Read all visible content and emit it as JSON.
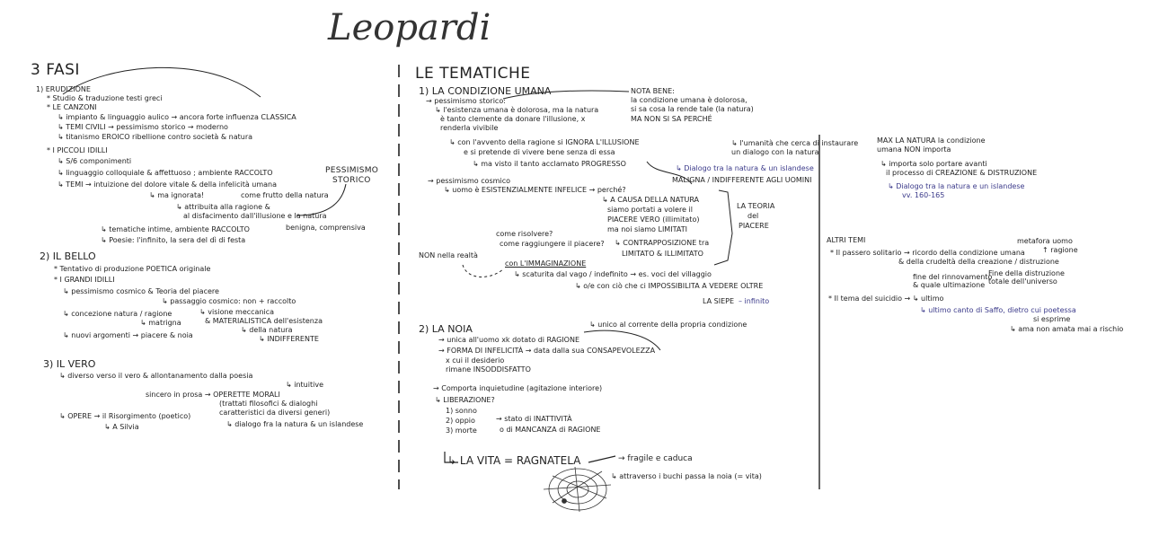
{
  "title": "Leopardi",
  "left": {
    "heading": "3 FASI",
    "erudizione": {
      "title": "1) ERUDIZIONE",
      "items": [
        "* Studio & traduzione testi greci",
        "* LE CANZONI",
        "↳ impianto & linguaggio aulico → ancora forte influenza CLASSICA",
        "↳ TEMI CIVILI → pessimismo storico → moderno",
        "↳ titanismo EROICO ribellione contro società & natura"
      ]
    },
    "idilli": {
      "items": [
        "* I PICCOLI IDILLI",
        "↳ S/6 componimenti",
        "↳ linguaggio colloquiale & affettuoso ; ambiente RACCOLTO",
        "↳ TEMI → intuizione del dolore vitale & della infelicità umana",
        "↳ ma ignorata!",
        "come frutto della natura",
        "↳ attribuita alla ragione &",
        "al disfacimento dall'illusione e la natura",
        "↳ tematiche intime, ambiente RACCOLTO",
        "↳ Poesie: l'infinito, la sera del dì di festa"
      ],
      "pessimismo": "PESSIMISMO",
      "storico": "STORICO",
      "benigna": "benigna, comprensiva"
    },
    "bello": {
      "title": "2) IL BELLO",
      "items": [
        "* Tentativo di produzione POETICA originale",
        "* I GRANDI IDILLI",
        "↳ pessimismo cosmico & Teoria del piacere",
        "↳ passaggio cosmico: non + raccolto",
        "↳ concezione natura / ragione",
        "↳ matrigna",
        "↳ visione meccanica",
        "& MATERIALISTICA dell'esistenza",
        "↳ della natura",
        "↳ INDIFFERENTE",
        "↳ nuovi argomenti → piacere & noia"
      ]
    },
    "vero": {
      "title": "3) IL VERO",
      "items": [
        "↳ diverso verso il vero & allontanamento dalla poesia",
        "↳ intuitive",
        "sincero in prosa → OPERETTE MORALI",
        "(trattati filosofici & dialoghi",
        "caratteristici da diversi generi)",
        "↳ OPERE → il Risorgimento (poetico)",
        "↳ A Silvia",
        "↳ dialogo fra la natura & un islandese"
      ]
    }
  },
  "middle": {
    "heading": "LE TEMATICHE",
    "condizione": {
      "title": "1) LA CONDIZIONE UMANA",
      "items": [
        "→ pessimismo storico:",
        "↳ l'esistenza umana è dolorosa, ma la natura",
        "è tanto clemente da donare l'illusione, x",
        "renderla vivibile",
        "↳ con l'avvento della ragione si IGNORA L'ILLUSIONE",
        "e si pretende di vivere bene senza di essa",
        "↳ ma visto il tanto acclamato PROGRESSO"
      ],
      "nota_title": "NOTA BENE:",
      "nota_items": [
        "la condizione umana è dolorosa,",
        "si sa cosa la rende tale (la natura)",
        "MA NON SI SA PERCHÉ"
      ],
      "cosmico_items": [
        "→ pessimismo cosmico",
        "↳ uomo è ESISTENZIALMENTE INFELICE → perché?",
        "↳ A CAUSA DELLA NATURA",
        "siamo portati a volere il",
        "PIACERE VERO (illimitato)",
        "ma noi siamo LIMITATI",
        "↳ CONTRAPPOSIZIONE tra",
        "LIMITATO & ILLIMITATO"
      ],
      "teoria": [
        "LA TEORIA",
        "del",
        "PIACERE"
      ],
      "come": [
        "come risolvere?",
        "come raggiungere il piacere?"
      ],
      "non_nella": "NON nella realtà",
      "con": "con L'IMMAGINAZIONE",
      "scaturita": "↳ scaturita dal vago / indefinito → es. voci del villaggio",
      "oltre": "↳ o/e con ciò che ci IMPOSSIBILITA A VEDERE OLTRE",
      "siepe": "LA SIEPE",
      "infinito": "– infinito",
      "dialogo_natura": "↳ Dialogo tra la natura & un islandese",
      "maligna": "MALIGNA / INDIFFERENTE AGLI UOMINI",
      "umanita": [
        "↳ l'umanità che cerca di instaurare",
        "un dialogo con la natura"
      ],
      "max": [
        "MAX LA NATURA la condizione",
        "umana NON importa"
      ],
      "importa": [
        "↳ importa solo portare avanti",
        "il processo di CREAZIONE & DISTRUZIONE"
      ],
      "dialogo2": [
        "↳ Dialogo tra la natura e un islandese",
        "vv. 160-165"
      ]
    },
    "noia": {
      "title": "2) LA NOIA",
      "unico": "↳ unico al corrente della propria condizione",
      "items": [
        "→ unica all'uomo xk dotato di RAGIONE",
        "→ FORMA DI INFELICITÀ → data dalla sua CONSAPEVOLEZZA",
        "x cui il desiderio",
        "rimane INSODDISFATTO",
        "→ Comporta inquietudine (agitazione interiore)",
        "↳ LIBERAZIONE?",
        "1) sonno",
        "2) oppio",
        "3) morte",
        "→ stato di INATTIVITÀ",
        "o di MANCANZA di RAGIONE"
      ],
      "vita": "↳ LA VITA = RAGNATELA",
      "fragile": "→ fragile e caduca",
      "buchi": "↳ attraverso i buchi passa la noia (= vita)"
    }
  },
  "right": {
    "altri_temi": "ALTRI TEMI",
    "passero": [
      "* Il passero solitario → ricordo della condizione umana",
      "& della crudeltà della creazione / distruzione"
    ],
    "metafora": [
      "metafora uomo",
      "↑ ragione"
    ],
    "fine": [
      "fine del rinnovamento",
      "& quale ultimazione"
    ],
    "fine2": [
      "Fine della distruzione",
      "totale dell'universo"
    ],
    "suicidio": "* Il tema del suicidio → ↳ ultimo",
    "saffo": "↳ ultimo canto di Saffo, dietro cui poetessa",
    "esprime": "si esprime",
    "ama": "↳ ama non amata mai a rischio"
  }
}
